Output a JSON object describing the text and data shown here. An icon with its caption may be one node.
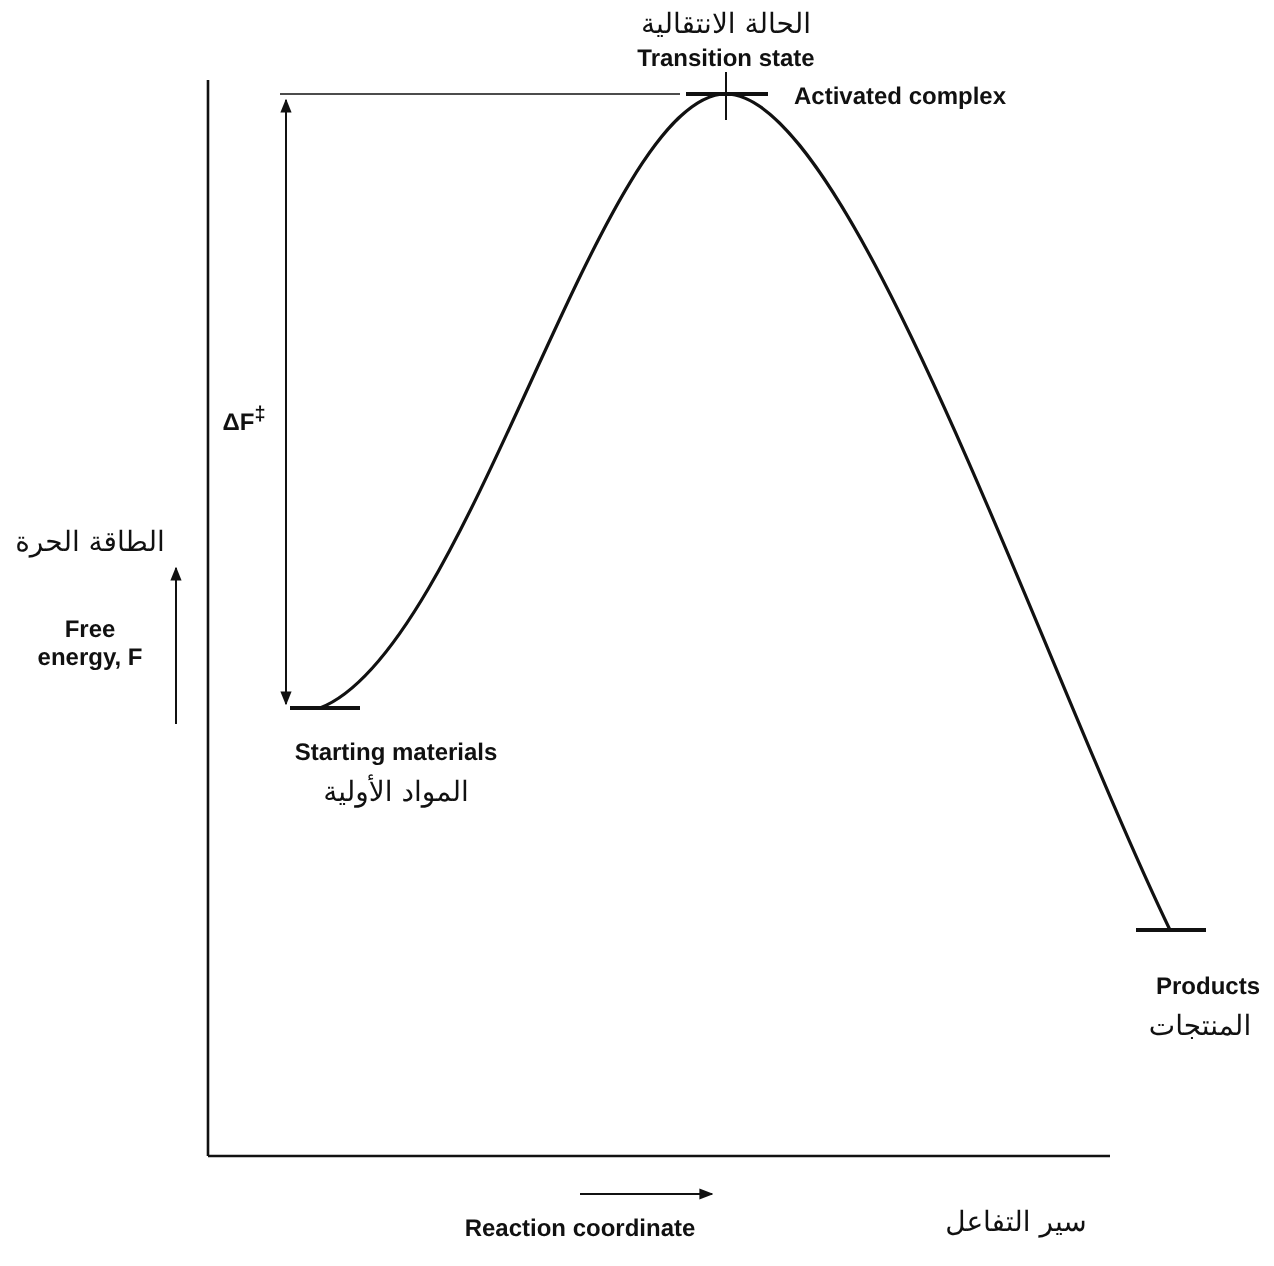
{
  "diagram": {
    "labels": [
      "الحالة الانتقالية",
      "Transition state",
      "Activated complex",
      "ΔF$^{‡}$",
      "الطاقة الحرة",
      "Free energy, F",
      "Starting materials",
      "المواد الأولية",
      "Products",
      "المنتجات",
      "Reaction coordinate",
      "سير التفاعل"
    ]
  }
}
